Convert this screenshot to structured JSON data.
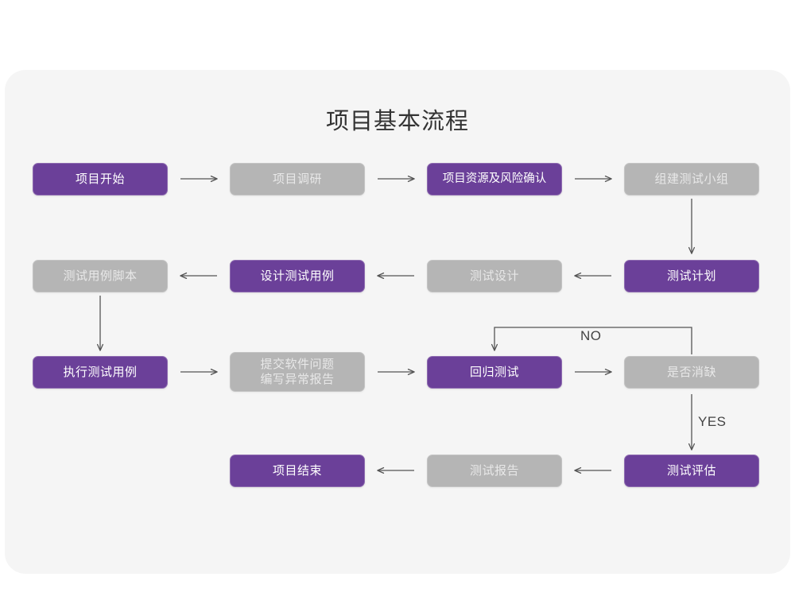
{
  "diagram": {
    "title": "项目基本流程",
    "background_color": "#ffffff",
    "card_color": "#f5f5f5",
    "accent_purple": "#6b4099",
    "accent_gray": "#b5b5b5",
    "connector_color": "#555555"
  },
  "nodes": [
    {
      "id": "n1",
      "label": "项目开始",
      "style": "purple",
      "row": 1
    },
    {
      "id": "n2",
      "label": "项目调研",
      "style": "gray",
      "row": 1
    },
    {
      "id": "n3",
      "label": "项目资源及风险确认",
      "style": "purple",
      "row": 1
    },
    {
      "id": "n4",
      "label": "组建测试小组",
      "style": "gray",
      "row": 1
    },
    {
      "id": "n5",
      "label": "测试用例脚本",
      "style": "gray",
      "row": 2
    },
    {
      "id": "n6",
      "label": "设计测试用例",
      "style": "purple",
      "row": 2
    },
    {
      "id": "n7",
      "label": "测试设计",
      "style": "gray",
      "row": 2
    },
    {
      "id": "n8",
      "label": "测试计划",
      "style": "purple",
      "row": 2
    },
    {
      "id": "n9",
      "label": "执行测试用例",
      "style": "purple",
      "row": 3
    },
    {
      "id": "n10",
      "label": "提交软件问题\n编写异常报告",
      "style": "gray",
      "row": 3
    },
    {
      "id": "n11",
      "label": "回归测试",
      "style": "purple",
      "row": 3
    },
    {
      "id": "n12",
      "label": "是否消缺",
      "style": "gray",
      "row": 3
    },
    {
      "id": "n13",
      "label": "项目结束",
      "style": "purple",
      "row": 4
    },
    {
      "id": "n14",
      "label": "测试报告",
      "style": "gray",
      "row": 4
    },
    {
      "id": "n15",
      "label": "测试评估",
      "style": "purple",
      "row": 4
    }
  ],
  "edge_labels": {
    "no": "NO",
    "yes": "YES"
  }
}
